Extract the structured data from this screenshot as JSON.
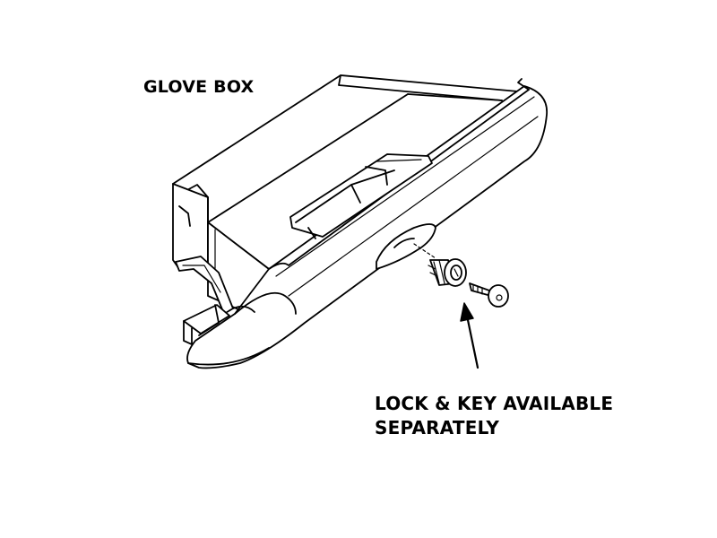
{
  "diagram": {
    "title": "GLOVE BOX",
    "note_line_1": "LOCK & KEY AVAILABLE",
    "note_line_2": "SEPARATELY"
  },
  "parts": {
    "glove_box": "glove-box",
    "lock_cylinder": "lock-cylinder",
    "key": "key",
    "pointer_arrow": "arrow-icon"
  },
  "colors": {
    "line": "#000000",
    "background": "#ffffff"
  }
}
